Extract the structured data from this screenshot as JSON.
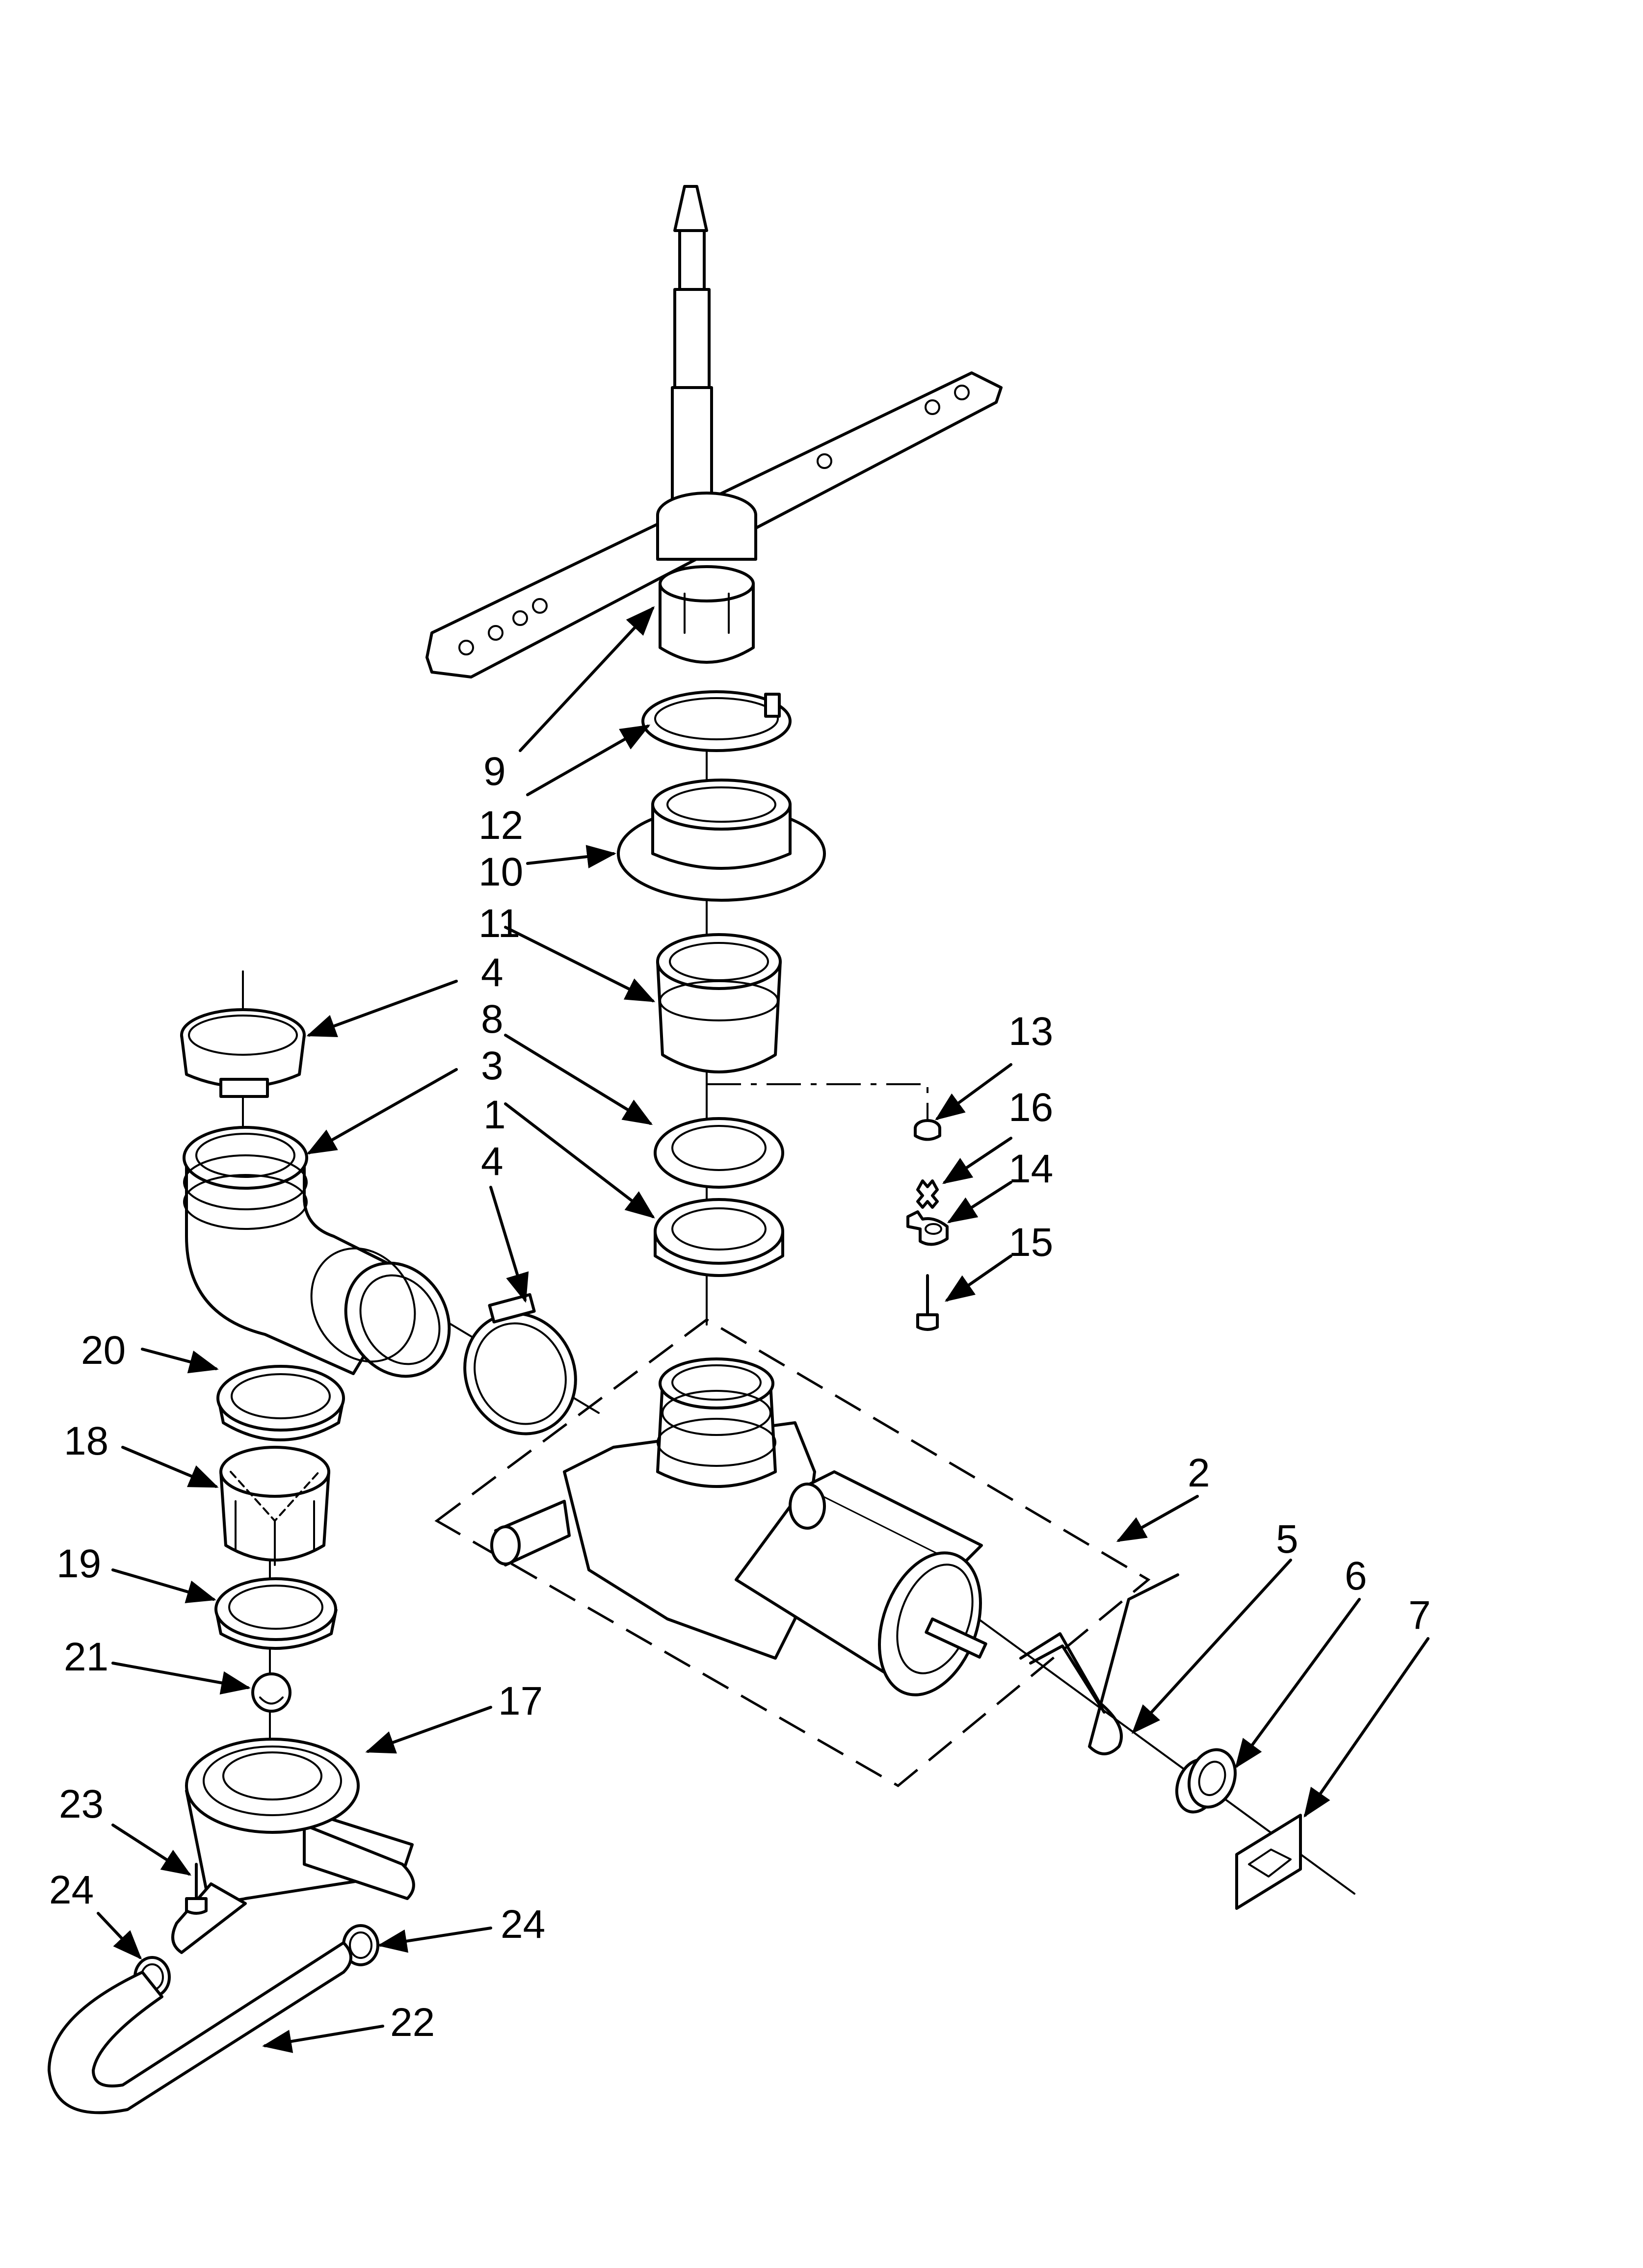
{
  "diagram": {
    "type": "exploded-parts-diagram",
    "callouts": [
      {
        "id": "c9",
        "text": "9"
      },
      {
        "id": "c12",
        "text": "12"
      },
      {
        "id": "c10",
        "text": "10"
      },
      {
        "id": "c11",
        "text": "11"
      },
      {
        "id": "c4a",
        "text": "4"
      },
      {
        "id": "c8",
        "text": "8"
      },
      {
        "id": "c3",
        "text": "3"
      },
      {
        "id": "c1",
        "text": "1"
      },
      {
        "id": "c4b",
        "text": "4"
      },
      {
        "id": "c13",
        "text": "13"
      },
      {
        "id": "c16",
        "text": "16"
      },
      {
        "id": "c14",
        "text": "14"
      },
      {
        "id": "c15",
        "text": "15"
      },
      {
        "id": "c20",
        "text": "20"
      },
      {
        "id": "c18",
        "text": "18"
      },
      {
        "id": "c2",
        "text": "2"
      },
      {
        "id": "c5",
        "text": "5"
      },
      {
        "id": "c6",
        "text": "6"
      },
      {
        "id": "c7",
        "text": "7"
      },
      {
        "id": "c19",
        "text": "19"
      },
      {
        "id": "c21",
        "text": "21"
      },
      {
        "id": "c17",
        "text": "17"
      },
      {
        "id": "c23",
        "text": "23"
      },
      {
        "id": "c24a",
        "text": "24"
      },
      {
        "id": "c24b",
        "text": "24"
      },
      {
        "id": "c22",
        "text": "22"
      }
    ]
  }
}
